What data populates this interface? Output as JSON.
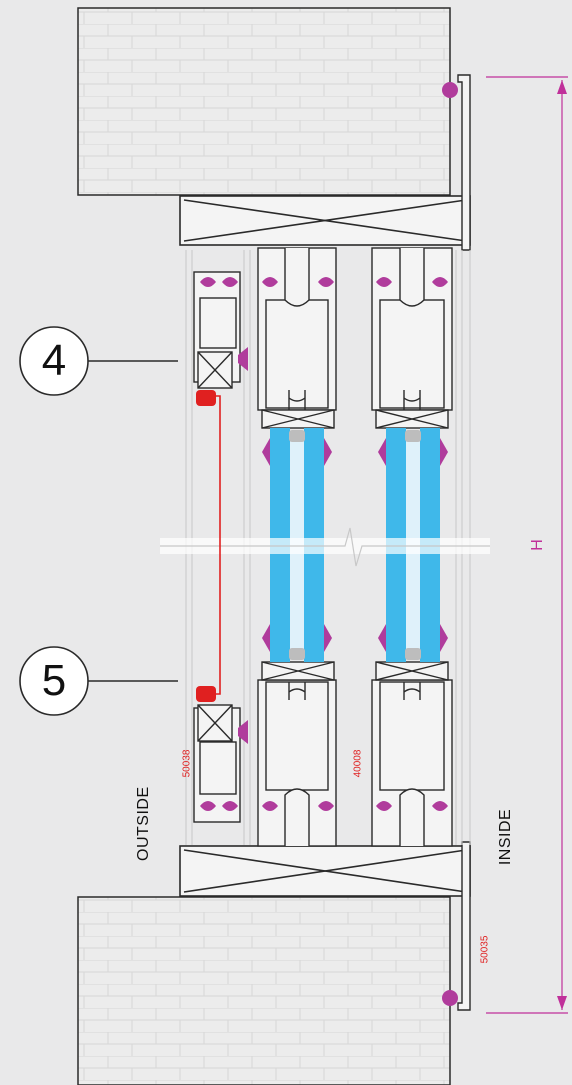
{
  "callouts": [
    {
      "number": "4"
    },
    {
      "number": "5"
    }
  ],
  "labels": {
    "outside": "OUTSIDE",
    "inside": "INSIDE",
    "height_dim": "H"
  },
  "part_codes": {
    "outer_frame": "50038",
    "mid_section": "40008",
    "inner_trim": "50035"
  },
  "colors": {
    "background": "#e9e9ea",
    "glass": "#3fb8ea",
    "gasket": "#b03c9c",
    "seal": "#e02020",
    "dimension": "#c0309a",
    "outline": "#2a2a2a"
  }
}
